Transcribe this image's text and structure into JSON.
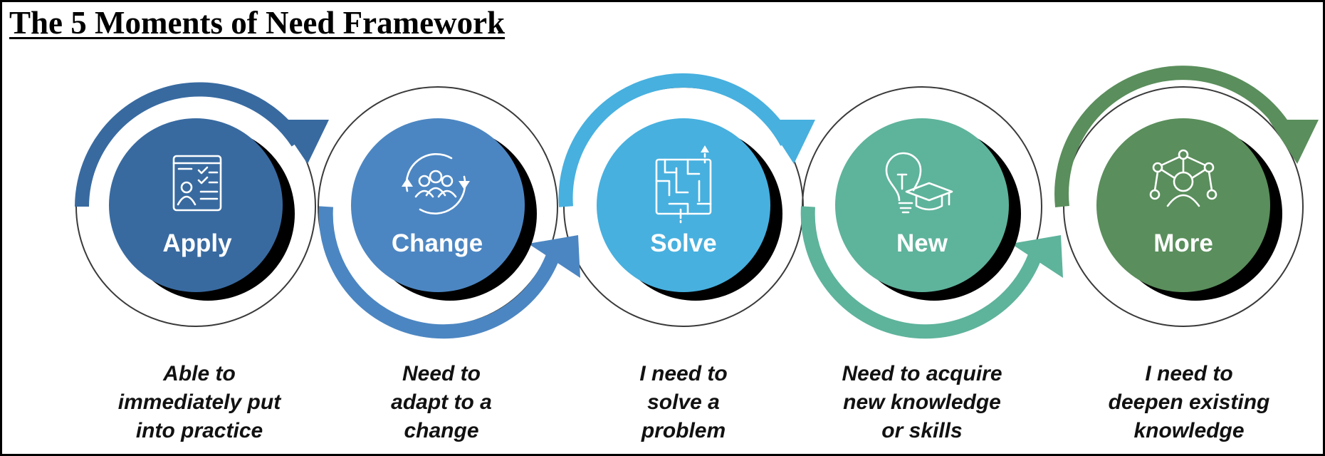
{
  "title": "The 5 Moments of Need Framework",
  "stages": [
    {
      "label": "Apply",
      "icon": "checklist-profile-icon",
      "color": "#386aa0",
      "description": [
        "Able to",
        "immediately put",
        "into practice"
      ]
    },
    {
      "label": "Change",
      "icon": "team-cycle-icon",
      "color": "#4c86c2",
      "description": [
        "Need to",
        "adapt to a",
        "change"
      ]
    },
    {
      "label": "Solve",
      "icon": "maze-icon",
      "color": "#47b0df",
      "description": [
        "I need to",
        "solve a",
        "problem"
      ]
    },
    {
      "label": "New",
      "icon": "lightbulb-graduation-cap-icon",
      "color": "#5eb39b",
      "description": [
        "Need to acquire",
        "new knowledge",
        "or skills"
      ]
    },
    {
      "label": "More",
      "icon": "network-person-icon",
      "color": "#5a8e5c",
      "description": [
        "I need to",
        "deepen existing",
        "knowledge"
      ]
    }
  ]
}
